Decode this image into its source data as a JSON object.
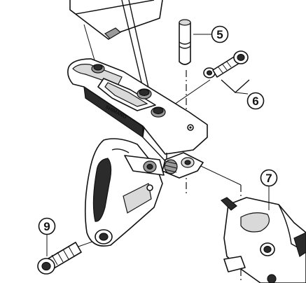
{
  "callouts": [
    {
      "id": "callout-5",
      "label": "5"
    },
    {
      "id": "callout-6",
      "label": "6"
    },
    {
      "id": "callout-7",
      "label": "7"
    },
    {
      "id": "callout-9",
      "label": "9"
    }
  ]
}
